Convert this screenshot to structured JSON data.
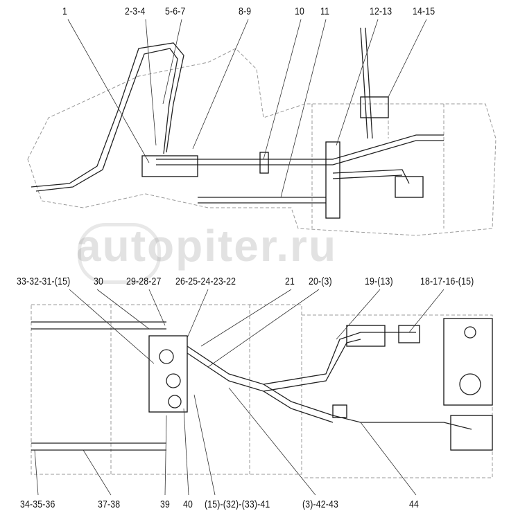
{
  "diagram": {
    "top_labels": [
      "1",
      "2-3-4",
      "5-6-7",
      "8-9",
      "10",
      "11",
      "12-13",
      "14-15"
    ],
    "middle_labels": [
      "33-32-31-(15)",
      "30",
      "29-28-27",
      "26-25-24-23-22",
      "21",
      "20-(3)",
      "19-(13)",
      "18-17-16-(15)"
    ],
    "bottom_labels": [
      "34-35-36",
      "37-38",
      "39",
      "40",
      "(15)-(32)-(33)-41",
      "(3)-42-43",
      "44"
    ]
  },
  "watermark": "autopiter.ru"
}
